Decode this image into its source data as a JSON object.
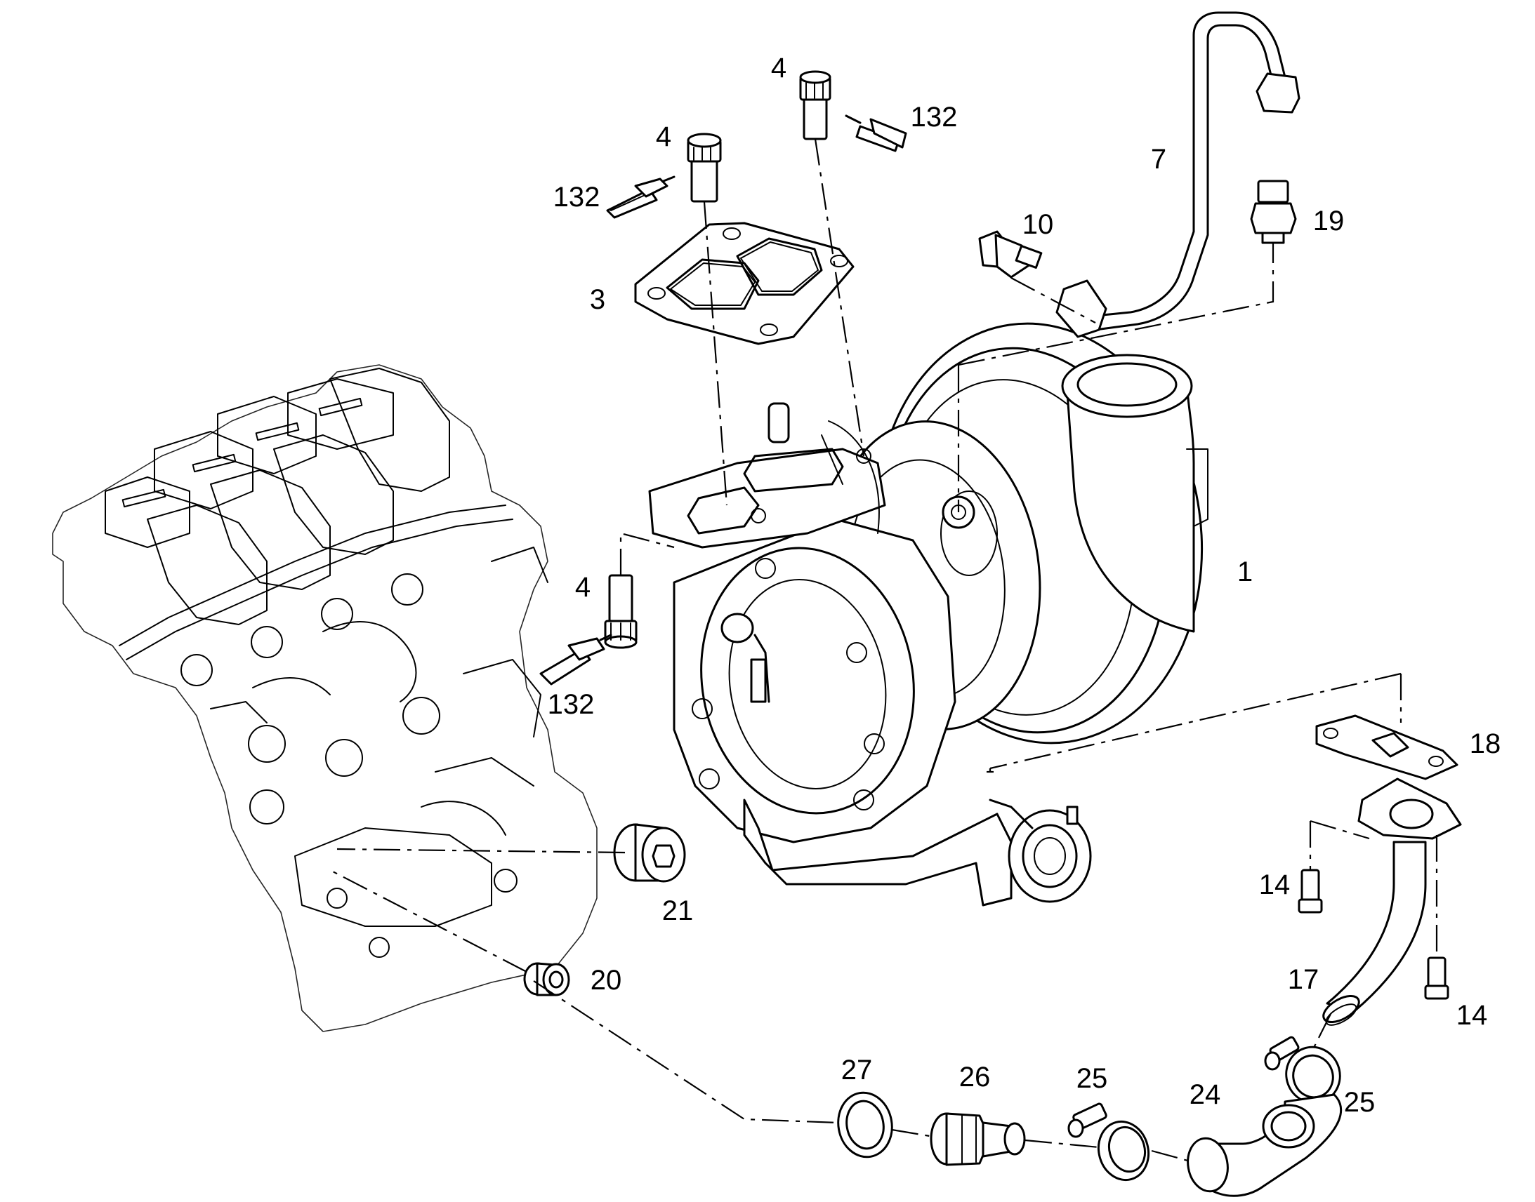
{
  "callouts": [
    {
      "id": "c1",
      "label": "1"
    },
    {
      "id": "c3",
      "label": "3"
    },
    {
      "id": "c4a",
      "label": "4"
    },
    {
      "id": "c4b",
      "label": "4"
    },
    {
      "id": "c4c",
      "label": "4"
    },
    {
      "id": "c7",
      "label": "7"
    },
    {
      "id": "c10",
      "label": "10"
    },
    {
      "id": "c14a",
      "label": "14"
    },
    {
      "id": "c14b",
      "label": "14"
    },
    {
      "id": "c17",
      "label": "17"
    },
    {
      "id": "c18",
      "label": "18"
    },
    {
      "id": "c19",
      "label": "19"
    },
    {
      "id": "c20",
      "label": "20"
    },
    {
      "id": "c21",
      "label": "21"
    },
    {
      "id": "c24",
      "label": "24"
    },
    {
      "id": "c25a",
      "label": "25"
    },
    {
      "id": "c25b",
      "label": "25"
    },
    {
      "id": "c26",
      "label": "26"
    },
    {
      "id": "c27",
      "label": "27"
    },
    {
      "id": "c132a",
      "label": "132"
    },
    {
      "id": "c132b",
      "label": "132"
    },
    {
      "id": "c132c",
      "label": "132"
    }
  ],
  "colors": {
    "line": "#000000",
    "background": "#ffffff"
  }
}
